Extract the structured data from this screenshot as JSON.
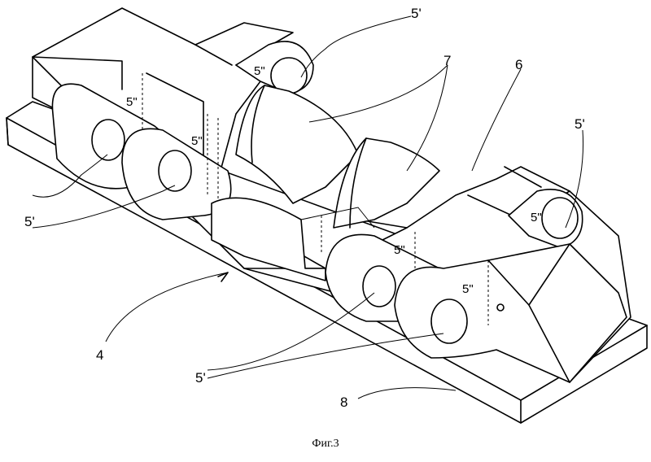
{
  "figure": {
    "caption": "Фиг.3",
    "labels": {
      "ref_4": "4",
      "ref_6": "6",
      "ref_7": "7",
      "ref_8": "8",
      "ref_5p": "5'",
      "ref_5pp": "5\""
    }
  }
}
